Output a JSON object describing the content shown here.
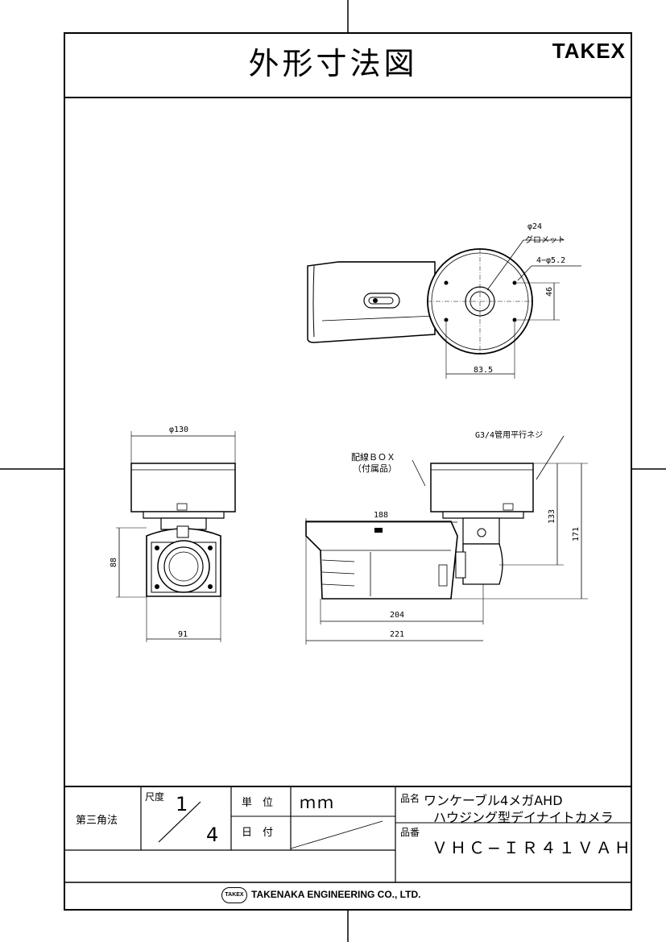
{
  "header": {
    "title": "外形寸法図",
    "brand": "TAKEX"
  },
  "dimensions": {
    "phi24": "φ24",
    "grommet": "グロメット",
    "holes": "4−φ5.2",
    "d46": "46",
    "d83_5": "83.5",
    "phi130": "φ130",
    "d88": "88",
    "d91": "91",
    "g34": "G3/4管用平行ネジ",
    "wiring_box": "配線ＢＯＸ",
    "accessory": "（付属品）",
    "d188": "188",
    "d133": "133",
    "d171": "171",
    "d204": "204",
    "d221": "221"
  },
  "title_block": {
    "projection": "第三角法",
    "scale_label": "尺度",
    "scale_num": "1",
    "scale_den": "4",
    "unit_label": "単　位",
    "unit_value": "ｍｍ",
    "date_label": "日　付",
    "product_name_label": "品名",
    "product_name_line1": "ワンケーブル4メガAHD",
    "product_name_line2": "ハウジング型デイナイトカメラ",
    "product_no_label": "品番",
    "product_no": "ＶＨＣ−ＩＲ４１ＶＡＨ",
    "company": "TAKENAKA ENGINEERING CO., LTD.",
    "company_logo": "TAKEX"
  }
}
